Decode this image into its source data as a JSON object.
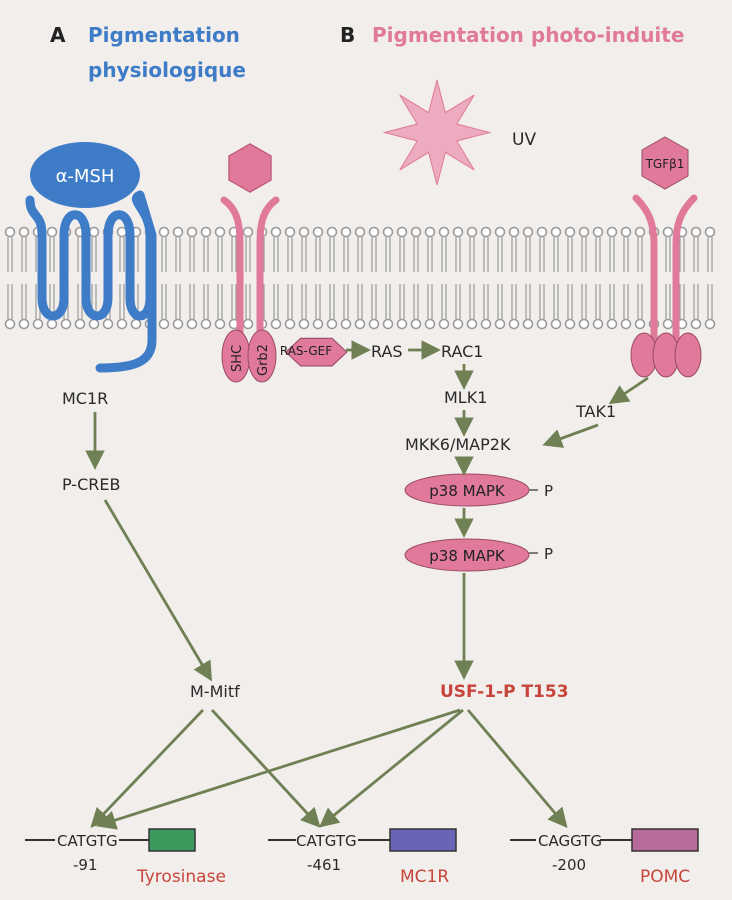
{
  "panel_a": {
    "letter": "A",
    "title_line1": "Pigmentation",
    "title_line2": "physiologique"
  },
  "panel_b": {
    "letter": "B",
    "title": "Pigmentation photo-induite"
  },
  "ligands": {
    "alpha_msh": "α-MSH",
    "uv": "UV",
    "tgfb1": "TGFβ1"
  },
  "adaptors": {
    "shc": "SHC",
    "grb2": "Grb2",
    "ras_gef": "RAS-GEF"
  },
  "nodes": {
    "ras": "RAS",
    "rac1": "RAC1",
    "mlk1": "MLK1",
    "tak1": "TAK1",
    "mkk6": "MKK6/MAP2K",
    "p38_1": "p38 MAPK",
    "p38_2": "p38 MAPK",
    "phospho1": "P",
    "phospho2": "P",
    "mc1r_receptor": "MC1R",
    "pcreb": "P-CREB",
    "mmitf": "M-Mitf",
    "usf": "USF-1-P T153"
  },
  "genes": [
    {
      "box": "CATGTG",
      "pos": "-91",
      "name": "Tyrosinase",
      "color": "#3c9a5f"
    },
    {
      "box": "CATGTG",
      "pos": "-461",
      "name": "MC1R",
      "color": "#6a64b8"
    },
    {
      "box": "CAGGTG",
      "pos": "-200",
      "name": "POMC",
      "color": "#b86a9a"
    }
  ],
  "colors": {
    "blue": "#3f7cc8",
    "pink": "#e0799a",
    "pink_light": "#ecabbf",
    "arrow": "#6f8054",
    "red_label": "#c8453b",
    "lipid": "#9a9a9a"
  }
}
